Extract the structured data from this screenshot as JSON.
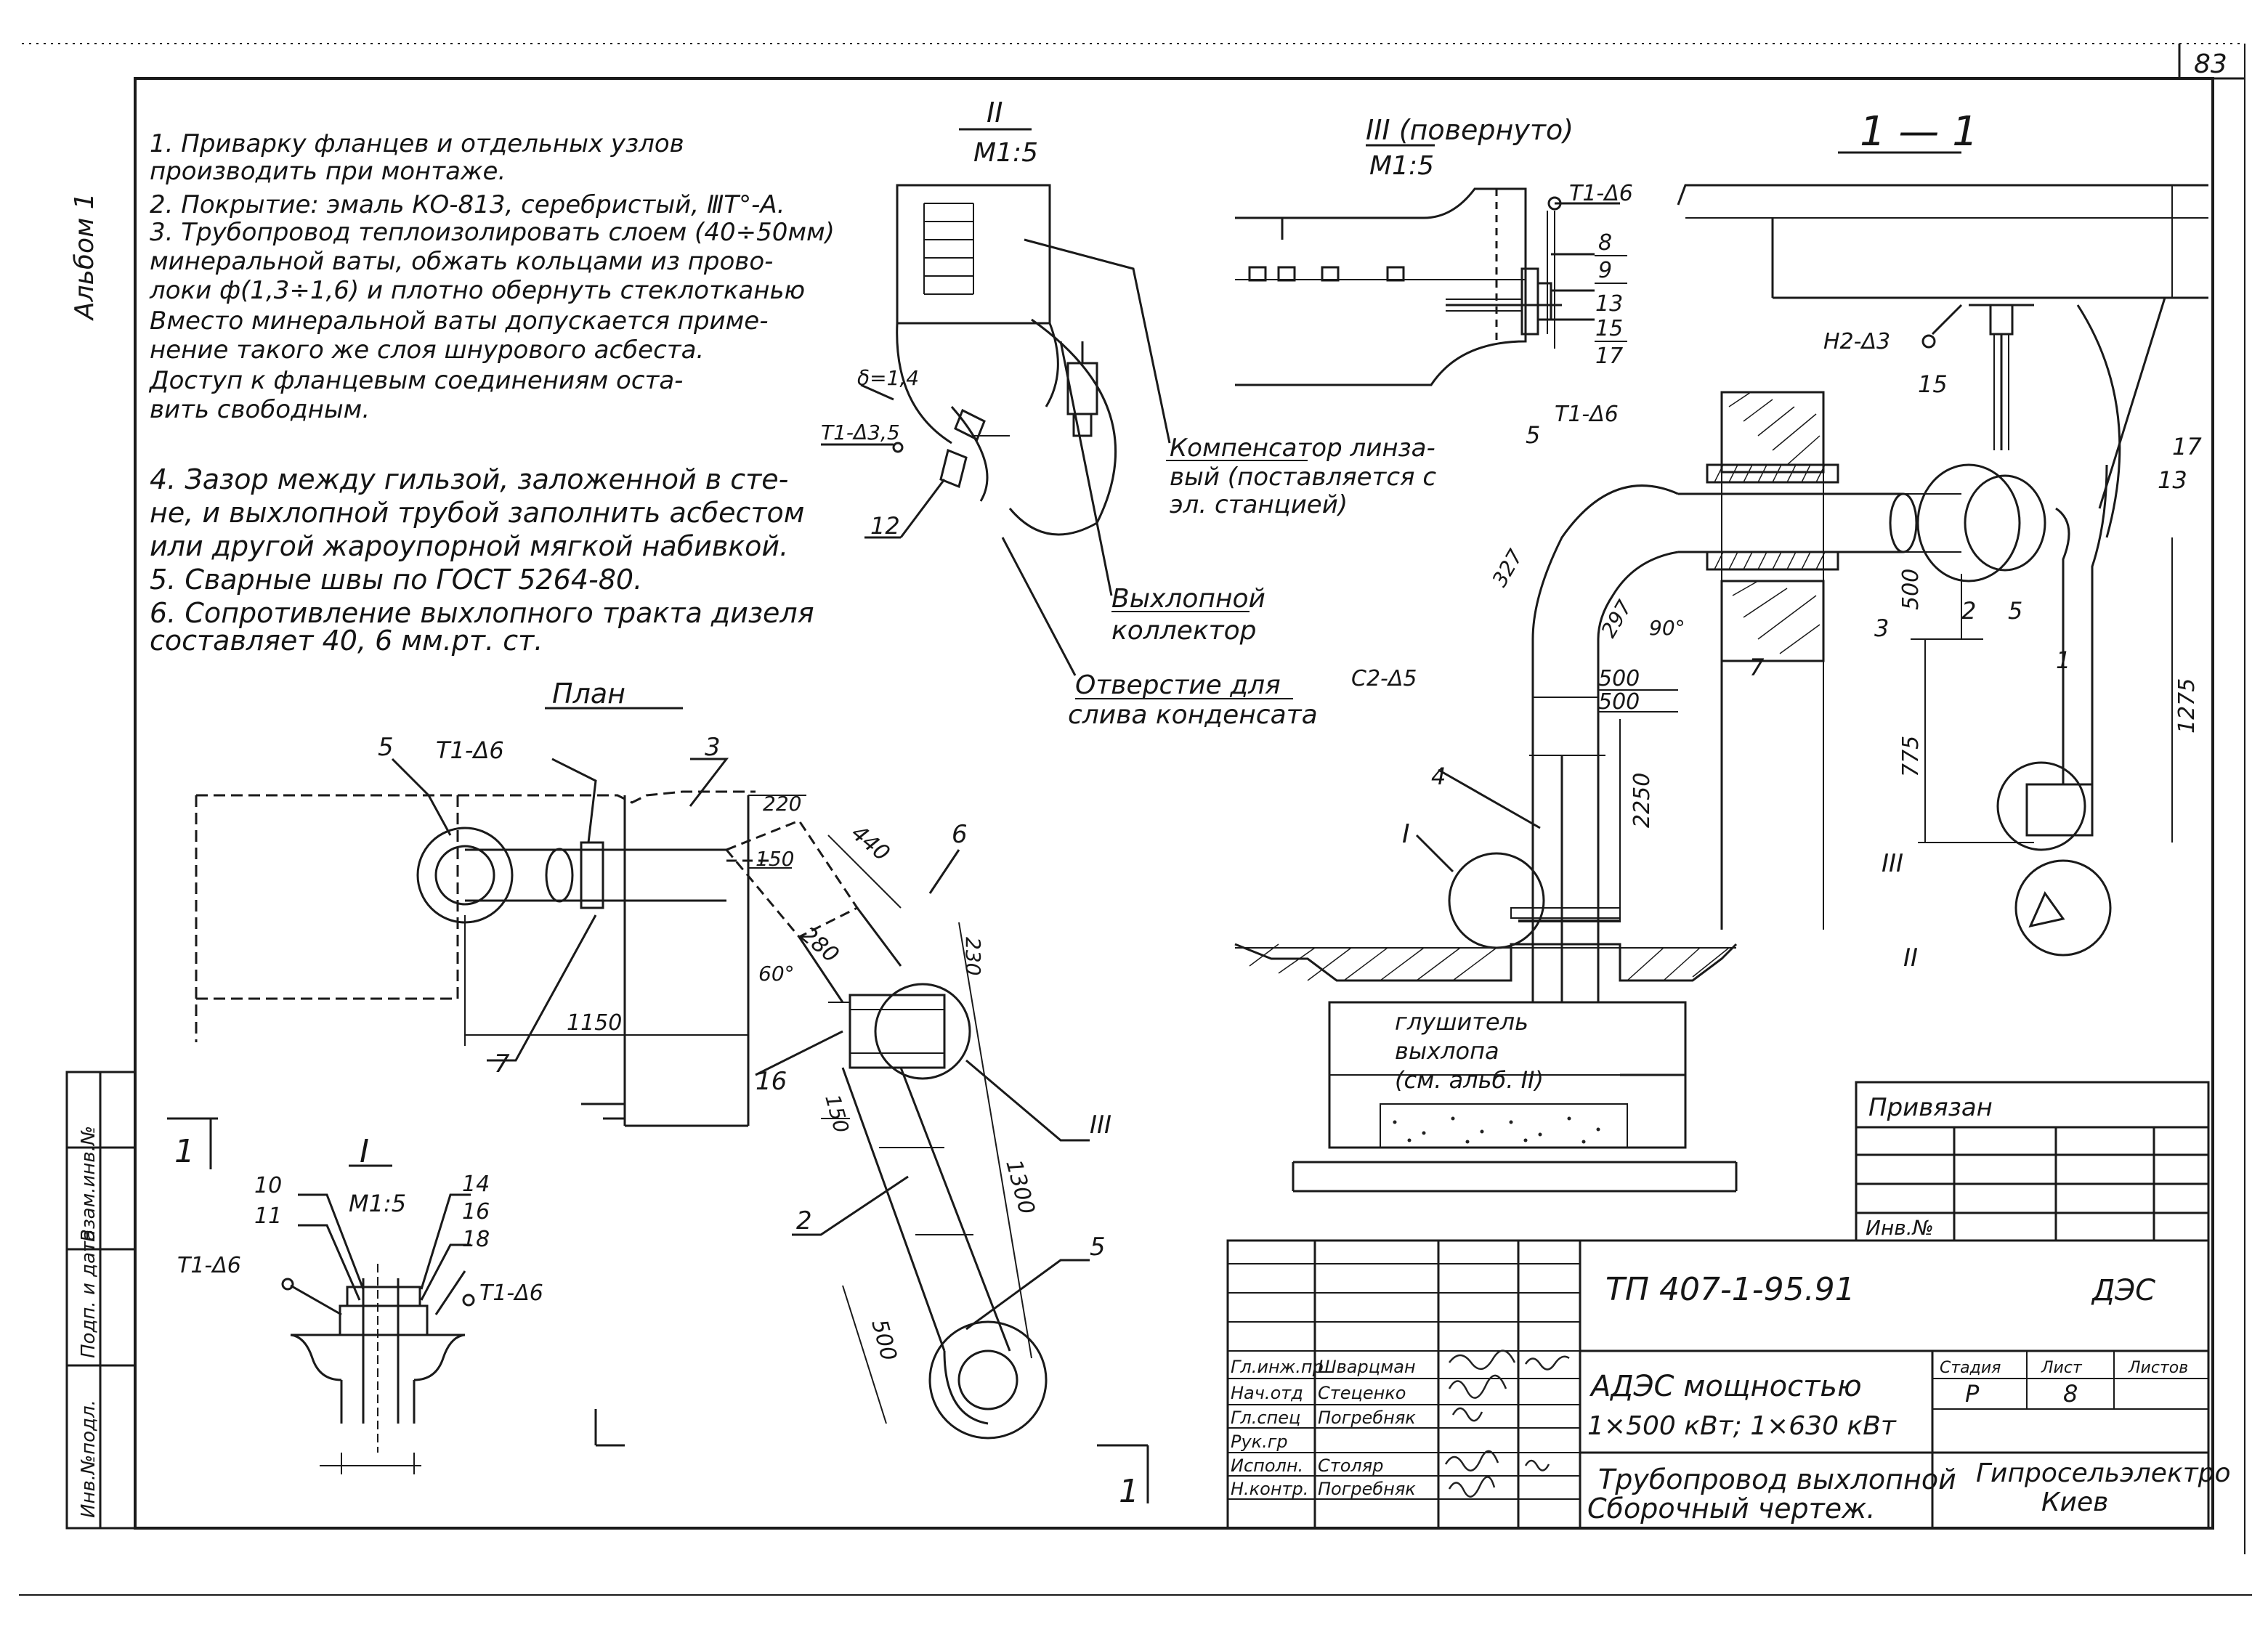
{
  "sheet": {
    "page_number": "83",
    "album_label": "Альбом 1",
    "side_stamp": [
      "Инв.№подл.",
      "Подп. и дата",
      "Взам.инв.№"
    ]
  },
  "notes": [
    "1. Приварку фланцев и отдельных узлов",
    "производить при монтаже.",
    "2. Покрытие: эмаль КО-813, серебристый, ⅢТ°-А.",
    "3. Трубопровод теплоизолировать слоем (40÷50мм)",
    "минеральной ваты, обжать кольцами из прово-",
    "локи ф(1,3÷1,6) и плотно обернуть стеклотканью",
    "Вместо минеральной ваты допускается приме-",
    "нение такого же слоя шнурового асбеста.",
    "Доступ к фланцевым соединениям оста-",
    "вить свободным.",
    "4. Зазор между гильзой, заложенной в сте-",
    "не, и выхлопной трубой заполнить асбестом",
    "или другой жароупорной мягкой набивкой.",
    "5. Сварные швы по ГОСТ 5264-80.",
    "6. Сопротивление выхлопного тракта дизеля",
    "составляет 40, 6 мм.рт. ст."
  ],
  "views": {
    "plan_title": "План",
    "section_title": "1 — 1",
    "detail_II": {
      "id": "II",
      "scale": "М1:5"
    },
    "detail_III": {
      "id": "III (повернуто)",
      "scale": "М1:5"
    },
    "detail_I": {
      "id": "I",
      "scale": "М1:5"
    }
  },
  "callouts": {
    "compensator": [
      "Компенсатор линза-",
      "вый (поставляется с",
      "эл. станцией)"
    ],
    "collector": [
      "Выхлопной",
      "коллектор"
    ],
    "drain": [
      "Отверстие для",
      "слива конденсата"
    ],
    "muffler": [
      "глушитель",
      "выхлопа",
      "(см. альб. II)"
    ]
  },
  "labels": {
    "weld_t1_6": "Т1-Δ6",
    "weld_t1_35": "Т1-Δ3,5",
    "weld_c2_5": "С2-Δ5",
    "weld_h2_3": "Н2-Δ3",
    "delta": "δ=1,4",
    "parts": [
      "1",
      "2",
      "3",
      "4",
      "5",
      "6",
      "7",
      "8",
      "9",
      "10",
      "11",
      "12",
      "13",
      "14",
      "15",
      "16",
      "17",
      "18"
    ],
    "roman": [
      "I",
      "II",
      "III"
    ],
    "section_mark": "1"
  },
  "dimensions": {
    "plan": [
      "1150",
      "220",
      "150",
      "440",
      "280",
      "60°",
      "230",
      "1300",
      "500",
      "150"
    ],
    "section": [
      "500",
      "500",
      "2250",
      "775",
      "1275",
      "500",
      "90°",
      "327",
      "297"
    ]
  },
  "binding_block": {
    "title": "Привязан",
    "inv": "Инв.№"
  },
  "title_block": {
    "code": "ТП 407-1-95.91",
    "mark": "ДЭС",
    "object": [
      "АДЭС мощностью",
      "1×500 кВт; 1×630 кВт"
    ],
    "drawing": [
      "Трубопровод выхлопной",
      "Сборочный чертеж."
    ],
    "org": [
      "Гипросельэлектро",
      "Киев"
    ],
    "stage_header": [
      "Стадия",
      "Лист",
      "Листов"
    ],
    "stage": [
      "Р",
      "8",
      ""
    ],
    "staff": [
      {
        "role": "Гл.инж.пр",
        "name": "Шварцман"
      },
      {
        "role": "Нач.отд",
        "name": "Стеценко"
      },
      {
        "role": "Гл.спец",
        "name": "Погребняк"
      },
      {
        "role": "Рук.гр",
        "name": ""
      },
      {
        "role": "Исполн.",
        "name": "Столяр"
      },
      {
        "role": "Н.контр.",
        "name": "Погребняк"
      }
    ]
  }
}
